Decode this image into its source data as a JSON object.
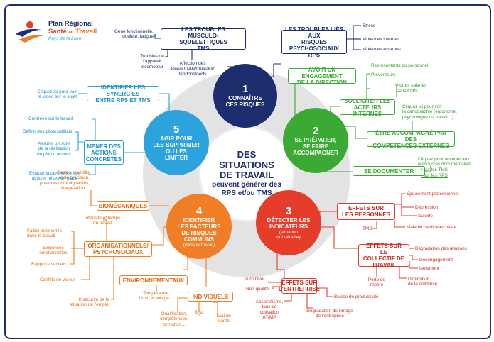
{
  "colors": {
    "navy": "#1d2d6e",
    "green": "#3aaa35",
    "red": "#e63c2a",
    "orange": "#f07e26",
    "blue": "#2ca3dc",
    "grey": "#e3e3e3"
  },
  "logo": {
    "line1": "Plan Régional",
    "line2a": "Santé",
    "line2b": "au",
    "line2c": "Travail",
    "line3": "Pays de la Loire"
  },
  "center": {
    "l1": "DES",
    "l2": "SITUATIONS",
    "l3": "DE TRAVAIL",
    "l4": "peuvent générer des",
    "l5": "RPS et/ou TMS"
  },
  "step1": {
    "num": "1",
    "title": "CONNAÎTRE\nCES RISQUES"
  },
  "step2": {
    "num": "2",
    "title": "SE PRÉPARER,\nSE FAIRE\nACCOMPAGNER"
  },
  "step3": {
    "num": "3",
    "title": "DÉTECTER LES\nINDICATEURS",
    "sub": "(situation\nqui déraille)"
  },
  "step4": {
    "num": "4",
    "title": "IDENTIFIER\nLES FACTEURS\nDE RISQUES\nCOMMUNS",
    "sub": "(dans le travail)"
  },
  "step5": {
    "num": "5",
    "title": "AGIR POUR\nLES SUPPRIMER\nOU LES\nLIMITER"
  },
  "navy": {
    "tms_box": "LES TROUBLES\nMUSCULO-SQUELETTIQUES\nTMS",
    "tms1": "Gêne fonctionnelle,\ndouleur, fatigue",
    "tms2": "Troubles de\nl'appareil\nlocomoteur",
    "tms3": "Affection des\ntissus mous/muscles/\ntendons/nerfs",
    "rps_box": "LES TROUBLES LIÉS AUX\nRISQUES PSYCHOSOCIAUX\nRPS",
    "rps1": "Stress",
    "rps2": "Violences internes",
    "rps3": "Violences externes"
  },
  "green": {
    "box1": "AVOIR UN ENGAGEMENT\nDE LA DIRECTION",
    "box2": "SOLLICITER LES\nACTEURS INTERNES",
    "box3": "ÊTRE ACCOMPAGNÉ PAR DES\nCOMPÉTENCES EXTERNES",
    "box4": "SE DOCUMENTER",
    "a1": "Représentants du personnel",
    "a2": "Préventeurs",
    "a3": "Autres salariés\nconcernés",
    "ext_link": "Cliquez ici",
    "ext_text": " pour voir\nla cartographie (ergonome,\npsychologue du travail…)",
    "doc1": "Cliquez pour accéder aux\nressources documentaires :",
    "doc2": "• sur les TMS",
    "doc3": "• sur les RPS"
  },
  "red": {
    "box1": "EFFETS SUR\nLES PERSONNES",
    "box2": "EFFETS SUR LE\nCOLLECTIF DE\nTRAVAIL",
    "box3": "EFFETS SUR\nL'ENTREPRISE",
    "p1": "Épuisement professionnel",
    "p2": "Dépression",
    "p3": "Suicide",
    "p4": "Maladie cardiovasculaire",
    "p5": "TMS",
    "c1": "Dégradation des relations",
    "c2": "Désengagement",
    "c3": "Isolement",
    "c4": "Perte de\nrepère",
    "c5": "Diminution\nde la solidarité",
    "e1": "Turn Over",
    "e2": "Non qualité",
    "e3": "Absentéisme,\ntaux de\ncotisation\nAT/MP",
    "e4": "Dégradation de l'image\nde l'entreprise",
    "e5": "Baisse de productivité"
  },
  "orange": {
    "box1": "BIOMÉCANIQUES",
    "box2": "ORGANISATIONNELS/\nPSYCHOSOCIAUX",
    "box3": "ENVIRONNEMENTAUX",
    "box4": "INDIVIDUELS",
    "b1": "Gestes répétitifs\net de précision,\npostures contraignantes,\ncharge/effort…",
    "o1": "Intensité et temps\nde travail",
    "o2": "Faible autonomie\ndans le travail",
    "o3": "Exigences\némotionnelles",
    "o4": "Rapports sociaux",
    "o5": "Conflits de valeur",
    "o6": "Insécurité de la\nsituation de l'emploi",
    "env1": "Température,\nbruit, éclairage…",
    "i1": "Qualification,\ncompétences,\nformation…",
    "i2": "Âge",
    "i3": "État de\nsanté"
  },
  "blue": {
    "box1": "IDENTIFIER LES SYNERGIES\nENTRE RPS ET TMS",
    "box2": "MENER DES\nACTIONS\nCONCRÈTES",
    "syn_link": "Cliquez ici",
    "syn_text": " pour voir\nla vidéo sur le sujet",
    "a1": "Centrées sur le travail",
    "a2": "Définir des pilotes/délais",
    "a3": "Assurer un suivi\nde la réalisation\ndu plan d'actions",
    "a4": "Évaluer la pertinence des\nactions mises en place"
  }
}
